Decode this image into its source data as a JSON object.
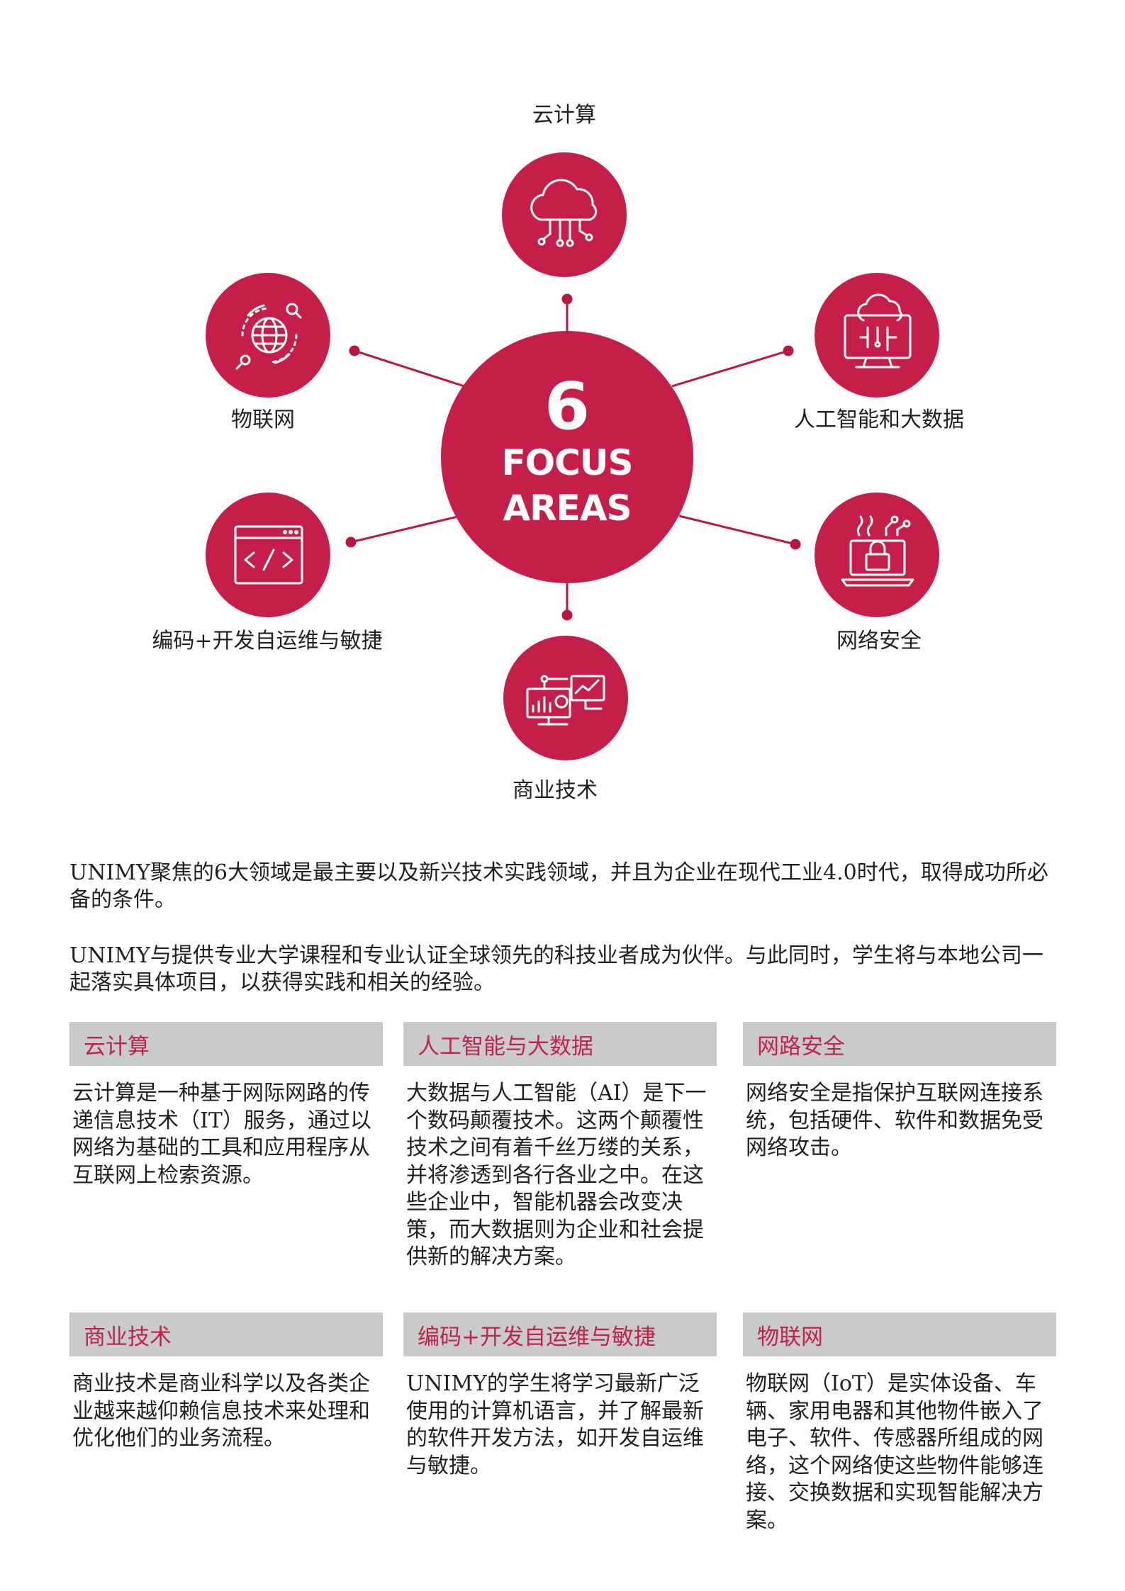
{
  "colors": {
    "accent": "#c41e49",
    "connector": "#b8173f",
    "card_header_bg": "#c9cacc",
    "card_header_text": "#c0234b",
    "body_text": "#231f20"
  },
  "diagram": {
    "center": {
      "number": "6",
      "line1": "FOCUS",
      "line2": "AREAS"
    },
    "nodes": [
      {
        "id": "cloud",
        "label": "云计算",
        "icon": "cloud-circuit-icon"
      },
      {
        "id": "ai",
        "label": "人工智能和大数据",
        "icon": "monitor-cloud-icon"
      },
      {
        "id": "security",
        "label": "网络安全",
        "icon": "laptop-lock-icon"
      },
      {
        "id": "business",
        "label": "商业技术",
        "icon": "analytics-dashboard-icon"
      },
      {
        "id": "coding",
        "label": "编码+开发自运维与敏捷",
        "icon": "code-window-icon"
      },
      {
        "id": "iot",
        "label": "物联网",
        "icon": "globe-network-icon"
      }
    ]
  },
  "intro": {
    "p1": "UNIMY聚焦的6大领域是最主要以及新兴技术实践领域，并且为企业在现代工业4.0时代，取得成功所必备的条件。",
    "p2": "UNIMY与提供专业大学课程和专业认证全球领先的科技业者成为伙伴。与此同时，学生将与本地公司一起落实具体项目，以获得实践和相关的经验。"
  },
  "cards": [
    {
      "title": "云计算",
      "body": "云计算是一种基于网际网路的传递信息技术（IT）服务，通过以网络为基础的工具和应用程序从互联网上检索资源。"
    },
    {
      "title": "人工智能与大数据",
      "body": "大数据与人工智能（AI）是下一个数码颠覆技术。这两个颠覆性技术之间有着千丝万缕的关系，并将渗透到各行各业之中。在这些企业中，智能机器会改变决策，而大数据则为企业和社会提供新的解决方案。"
    },
    {
      "title": "网路安全",
      "body": "网络安全是指保护互联网连接系统，包括硬件、软件和数据免受网络攻击。"
    },
    {
      "title": "商业技术",
      "body": "商业技术是商业科学以及各类企业越来越仰赖信息技术来处理和优化他们的业务流程。"
    },
    {
      "title": "编码+开发自运维与敏捷",
      "body": "UNIMY的学生将学习最新广泛使用的计算机语言，并了解最新的软件开发方法，如开发自运维与敏捷。"
    },
    {
      "title": "物联网",
      "body": "物联网（IoT）是实体设备、车辆、家用电器和其他物件嵌入了电子、软件、传感器所组成的网络，这个网络使这些物件能够连接、交换数据和实现智能解决方案。"
    }
  ]
}
